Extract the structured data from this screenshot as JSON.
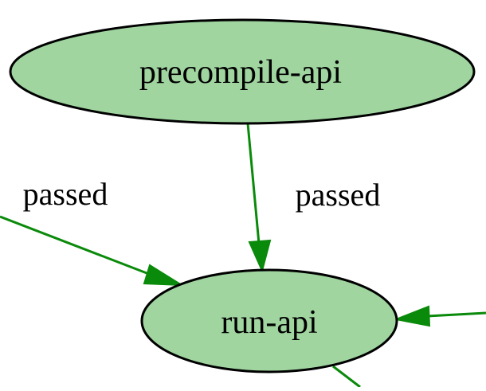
{
  "colors": {
    "node_fill": "#a0d5a0",
    "node_stroke": "#000000",
    "edge": "#0a8a0a",
    "background": "#ffffff"
  },
  "nodes": {
    "precompile": {
      "label": "precompile-api"
    },
    "run": {
      "label": "run-api"
    }
  },
  "edges": {
    "precompile_to_run": {
      "label": "passed"
    },
    "left_to_run": {
      "label": "passed"
    }
  }
}
